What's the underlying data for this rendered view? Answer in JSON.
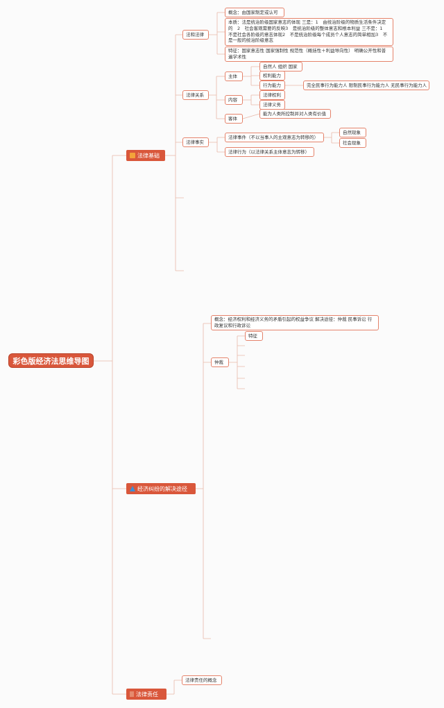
{
  "root": "彩色版经济法思维导图",
  "branches": {
    "b1": "法律基础",
    "b2": "经济纠纷的解决途径",
    "b3": "法律责任"
  },
  "icons": {
    "b1": "book-icon",
    "b2": "triangle-icon",
    "b3": "flag-icon"
  },
  "colors": {
    "accent": "#d9573b",
    "border": "#e4826a",
    "line": "#e8b8a8"
  },
  "nodes": {
    "fahefalv": "法和法律",
    "gainian": "概念：由国家制定或认可",
    "benzhi": "本质：法是统治阶级国家意志的体现 三是：1　由统治阶级的物质生活条件决定的　2　社会客观需要的反映3　是统治阶级的整体意志和根本利益 三不是：1　不是社会各阶级的意志体现2　不是统治阶级每个成员个人意志的简单相加3　不是一般的统治阶级意志",
    "tezheng": "特征：国家意志性 国家强制性 规范性（概括性＋利益导向性） 明确公开性和普遍学术性",
    "falvguanxi": "法律关系",
    "zhuti": "主体",
    "zirenren": "自然人 组织 国家",
    "quanlinengli": "权利能力",
    "xingweinengli": "行为能力",
    "xingweinengli_detail": "完全民事行为能力人 限制民事行为能力人 无民事行为能力人",
    "neirong": "内容",
    "falvquanli": "法律权利",
    "falvyiwu": "法律义务",
    "keti": "客体",
    "keti_detail": "能为人类所控制并对人类有价值",
    "falvshishi": "法律事实",
    "falvshijian": "法律事件（不以当事人的主观意志为转移的）",
    "ziranxianxiang": "自然现象",
    "shehuixianxiang": "社会现象",
    "falvxingwei": "法律行为（以法律关系主体意志为转移）",
    "jiufen_gainian": "概念：经济权利和经济义务的矛盾引起的权益争议 解决途径：仲裁 民事诉讼 行政复议和行政诉讼",
    "zhongcai": "仲裁",
    "zc_tezheng": "特征",
    "zeren_gainian": "法律责任的概念"
  }
}
